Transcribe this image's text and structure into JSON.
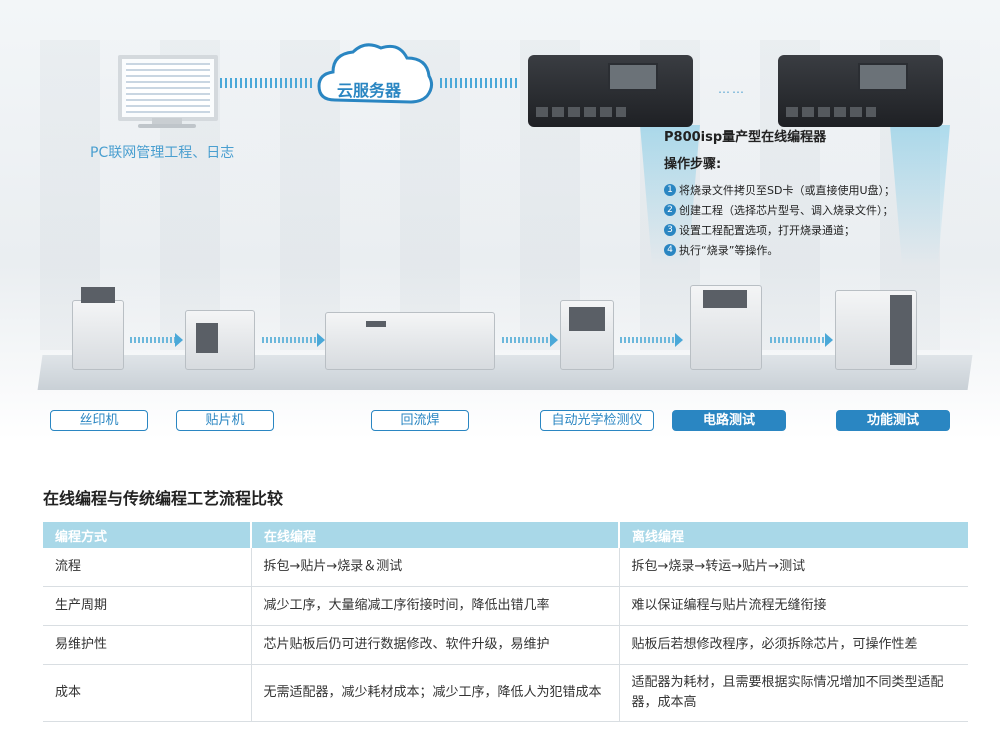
{
  "hero": {
    "pc_label": "PC联网管理工程、日志",
    "cloud_label": "云服务器",
    "ellipsis": "……",
    "programmer_title": "P800isp量产型在线编程器",
    "steps_title": "操作步骤:",
    "steps": [
      {
        "num": "1",
        "text": "将烧录文件拷贝至SD卡（或直接使用U盘）；"
      },
      {
        "num": "2",
        "text": "创建工程（选择芯片型号、调入烧录文件）；"
      },
      {
        "num": "3",
        "text": "设置工程配置选项，打开烧录通道；"
      },
      {
        "num": "4",
        "text": "执行“烧录”等操作。"
      }
    ],
    "stations": [
      "丝印机",
      "贴片机",
      "回流焊",
      "自动光学检测仪",
      "电路测试",
      "功能测试"
    ],
    "colors": {
      "accent": "#2a86c2",
      "header": "#a9d8e8"
    }
  },
  "table": {
    "title": "在线编程与传统编程工艺流程比较",
    "headers": [
      "编程方式",
      "在线编程",
      "离线编程"
    ],
    "rows": [
      [
        "流程",
        "拆包→贴片→烧录＆测试",
        "拆包→烧录→转运→贴片→测试"
      ],
      [
        "生产周期",
        "减少工序，大量缩减工序衔接时间，降低出错几率",
        "难以保证编程与贴片流程无缝衔接"
      ],
      [
        "易维护性",
        "芯片贴板后仍可进行数据修改、软件升级，易维护",
        "贴板后若想修改程序，必须拆除芯片，可操作性差"
      ],
      [
        "成本",
        "无需适配器，减少耗材成本；减少工序，降低人为犯错成本",
        "适配器为耗材，且需要根据实际情况增加不同类型适配器，成本高"
      ]
    ]
  }
}
